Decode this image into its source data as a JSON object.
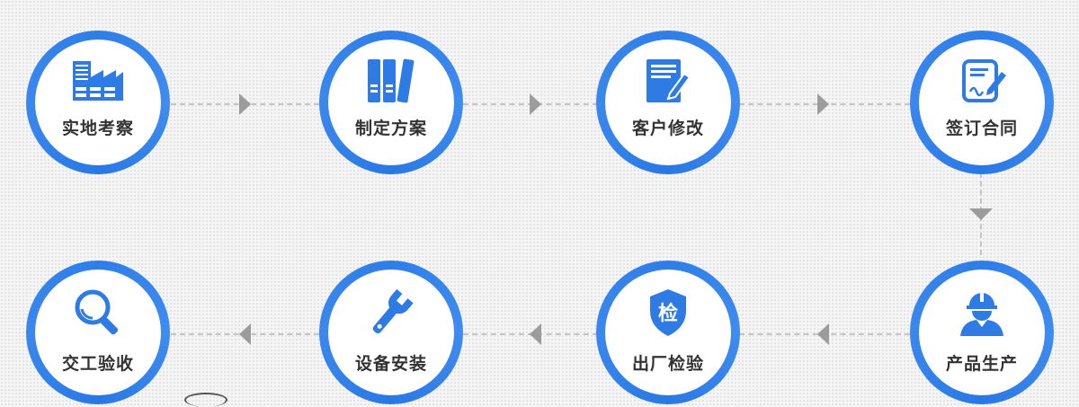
{
  "steps": [
    {
      "label": "实地考察",
      "icon": "factory-icon"
    },
    {
      "label": "制定方案",
      "icon": "binders-icon"
    },
    {
      "label": "客户修改",
      "icon": "edit-document-icon"
    },
    {
      "label": "签订合同",
      "icon": "contract-sign-icon"
    },
    {
      "label": "产品生产",
      "icon": "worker-helmet-icon"
    },
    {
      "label": "出厂检验",
      "icon": "inspection-shield-icon",
      "icon_text": "检"
    },
    {
      "label": "设备安装",
      "icon": "wrench-icon"
    },
    {
      "label": "交工验收",
      "icon": "magnifier-icon"
    }
  ],
  "colors": {
    "ring": "#2f7ee8",
    "icon": "#2e7be6",
    "connector": "#c4c4c4",
    "arrow": "#9c9c9c",
    "label": "#333333"
  }
}
